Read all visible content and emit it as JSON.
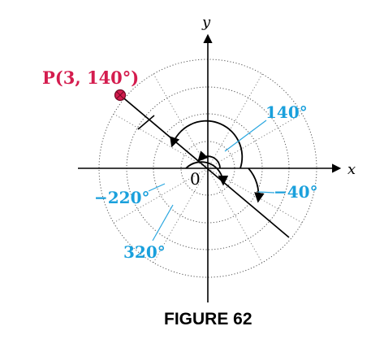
{
  "figure": {
    "x_axis_label": "x",
    "y_axis_label": "y",
    "origin_label": "0",
    "point_label": "P(3, 140°)",
    "angle_labels": {
      "a140": "140°",
      "aNeg40": "−40°",
      "aNeg220": "−220°",
      "a320": "320°"
    },
    "caption": "FIGURE 62",
    "colors": {
      "point": "#d41c4e",
      "angle_labels": "#1aa0dc"
    }
  }
}
